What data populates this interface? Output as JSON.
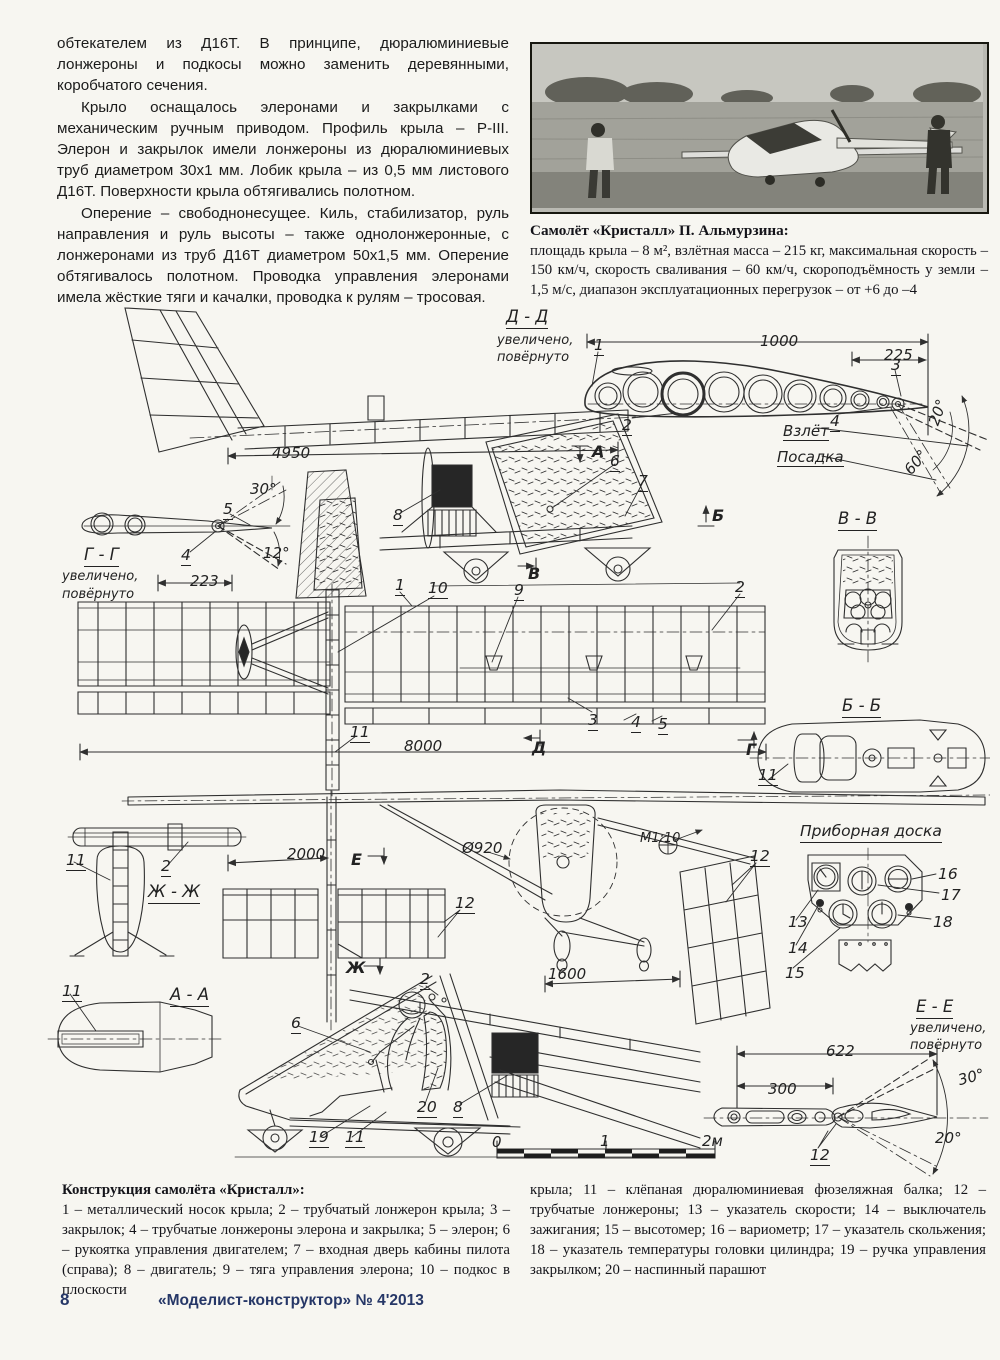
{
  "article": {
    "paragraphs": [
      "обтекателем из Д16Т. В принципе, дюралюминиевые лонжероны и подкосы можно заменить деревянными, коробчатого сечения.",
      "Крыло оснащалось элеронами и закрылками с механическим ручным приводом. Профиль крыла – Р-III. Элерон и закрылок имели лонжероны из дюралюминиевых труб диаметром 30х1 мм. Лобик крыла – из 0,5 мм листового Д16Т. Поверхности крыла обтягивались полотном.",
      "Оперение – свободнонесущее. Киль, стабилизатор, руль направления и руль высоты – также однолонжеронные, с лонжеронами из труб Д16Т диаметром 50х1,5 мм. Оперение обтягивалось полотном. Проводка управления элеронами имела жёсткие тяги и качалки, проводка к рулям – тросовая."
    ]
  },
  "photo_caption": {
    "title": "Самолёт «Кристалл» П. Альмурзина:",
    "specs": "площадь крыла – 8 м², взлётная масса – 215 кг, максимальная скорость – 150 км/ч, скорость сваливания – 60 км/ч, скороподъёмность у земли – 1,5 м/с, диапазон эксплуатационных перегрузок – от +6 до –4"
  },
  "drawing": {
    "sections": {
      "dd": "Д - Д",
      "gg": "Г - Г",
      "vv": "В - В",
      "bb": "Б - Б",
      "zhzh": "Ж - Ж",
      "aa": "А - А",
      "ee": "Е - Е",
      "panel": "Приборная доска"
    },
    "notes": {
      "enlarged": "увеличено,",
      "rotated": "повёрнуто",
      "takeoff": "Взлёт",
      "landing": "Посадка",
      "scale": "М1:10"
    },
    "dims": {
      "d1000": "1000",
      "d225": "225",
      "d4950": "4950",
      "d223": "223",
      "d8000": "8000",
      "d2000": "2000",
      "d920": "Ø920",
      "d1600": "1600",
      "d622": "622",
      "d300": "300"
    },
    "angles": {
      "a20": "20°",
      "a60": "60°",
      "a30": "30°",
      "a12": "12°"
    },
    "scalebar": {
      "zero": "0",
      "one": "1",
      "two": "2м"
    },
    "num": {
      "1": "1",
      "2": "2",
      "3": "3",
      "4": "4",
      "5": "5",
      "6": "6",
      "7": "7",
      "8": "8",
      "9": "9",
      "10": "10",
      "11": "11",
      "12": "12",
      "13": "13",
      "14": "14",
      "15": "15",
      "16": "16",
      "17": "17",
      "18": "18",
      "19": "19",
      "20": "20"
    },
    "marker": {
      "a": "А",
      "b": "Б",
      "v": "В",
      "g": "Г",
      "d": "Д",
      "e": "Е",
      "zh": "Ж"
    }
  },
  "legend": {
    "title": "Конструкция самолёта «Кристалл»:",
    "col1": "1 – металлический носок крыла; 2 – трубчатый лонжерон крыла; 3 – закрылок; 4 – трубчатые лонжероны элерона и закрылка; 5 – элерон; 6 – рукоятка управления двигателем; 7 – входная дверь кабины пилота (справа); 8 – двигатель; 9 – тяга управления элерона; 10 – подкос в плоскости",
    "col2": "крыла; 11 – клёпаная дюралюминиевая фюзеляжная балка; 12 – трубчатые лонжероны; 13 – указатель скорости; 14 – выключатель зажигания; 15 – высотомер; 16 – вариометр; 17 – указатель скольжения; 18 – указатель температуры головки цилиндра; 19 – ручка управления закрылком; 20 – наспинный парашют",
    "page_number": "8",
    "footer": "«Моделист-конструктор» № 4'2013"
  }
}
